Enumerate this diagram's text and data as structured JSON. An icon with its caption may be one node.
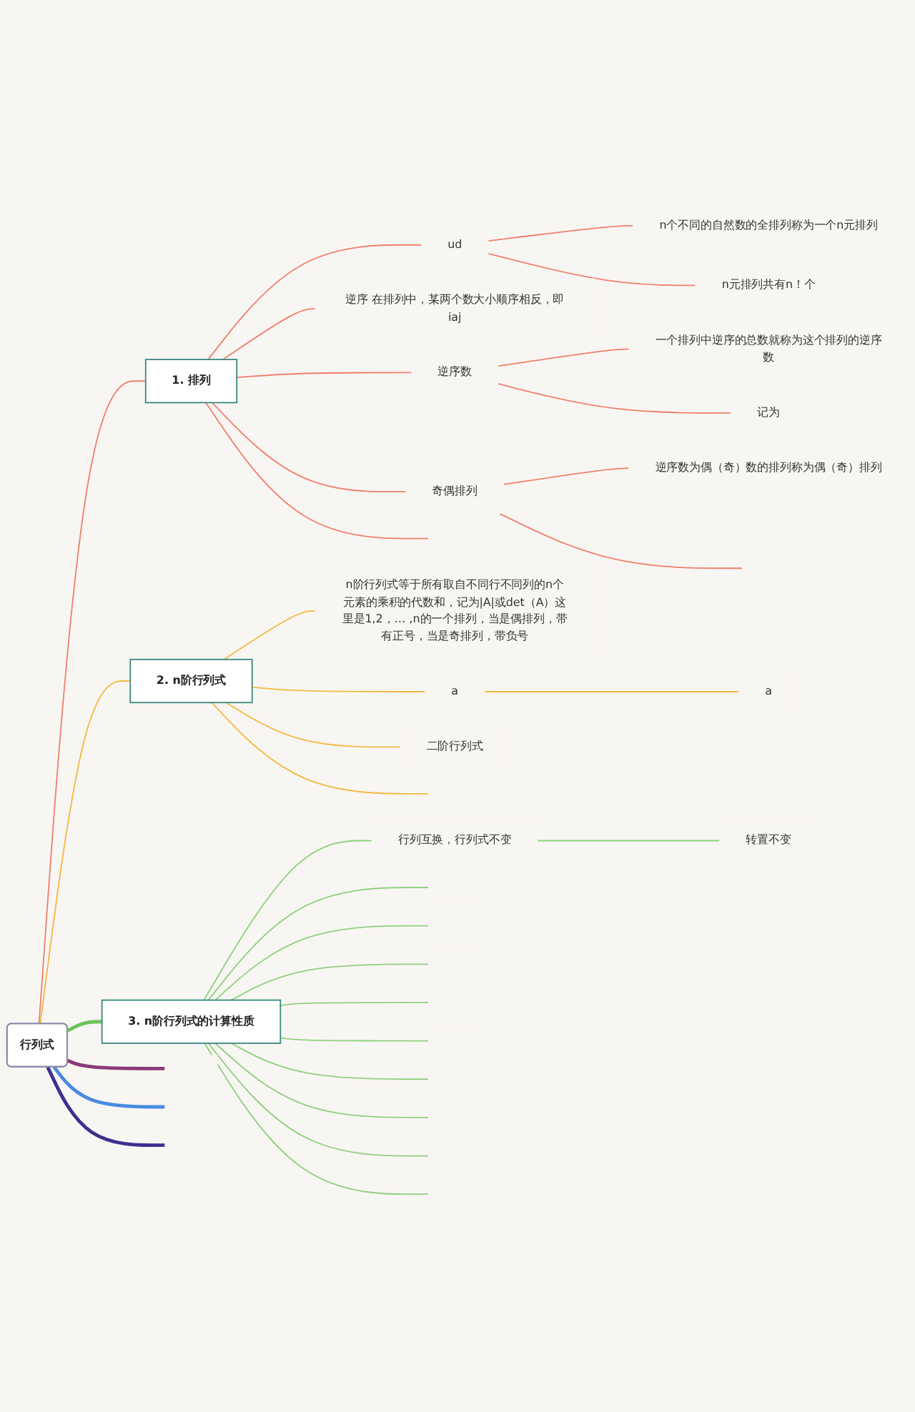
{
  "diagram": {
    "nodes": [
      {
        "text": [
          "行列式"
        ]
      },
      {
        "text": [
          "1. 排列"
        ]
      },
      {
        "text": [
          "ud"
        ]
      },
      {
        "text": [
          "n个不同的自然数的全排列称为一个n元排列"
        ]
      },
      {
        "text": [
          "n元排列共有n！个"
        ]
      },
      {
        "text": [
          "逆序 在排列中，某两个数大小顺序相反，即iaj"
        ]
      },
      {
        "text": [
          "逆序数"
        ]
      },
      {
        "text": [
          "一个排列中逆序的总数就称为这个排列的逆序数"
        ]
      },
      {
        "text": [
          "记为"
        ]
      },
      {
        "text": [
          "奇偶排列"
        ]
      },
      {
        "text": [
          "逆序数为偶（奇）数的排列称为偶（奇）排列"
        ]
      },
      {
        "text": [
          "2. n阶行列式"
        ]
      },
      {
        "text": [
          "n阶行列式等于所有取自不同行不同列的n个元素的乘积的代数和，记为|A|或det（A）这里是1,2，… ,n的一个排列，当是偶排列，带有正号，当是奇排列，带负号"
        ]
      },
      {
        "text": [
          "a"
        ]
      },
      {
        "text": [
          "a"
        ]
      },
      {
        "text": [
          "二阶行列式"
        ]
      },
      {
        "text": [
          "3. n阶行列式的计算性质"
        ]
      },
      {
        "text": [
          "行列互换，行列式不变"
        ]
      },
      {
        "text": [
          "转置不变"
        ]
      }
    ],
    "edges": [
      {
        "from": 0,
        "to": 1,
        "arrow": "none",
        "color": "#f0806e"
      },
      {
        "from": 0,
        "to": 11,
        "arrow": "none",
        "color": "#f5b942"
      },
      {
        "from": 0,
        "to": 16,
        "arrow": "none",
        "style": "thick",
        "color": "#6cc35a"
      },
      {
        "from": 0,
        "to": null,
        "arrow": "none",
        "style": "thick",
        "color": "#8a3a7a"
      },
      {
        "from": 0,
        "to": null,
        "arrow": "none",
        "style": "thick",
        "color": "#4a8ae0"
      },
      {
        "from": 0,
        "to": null,
        "arrow": "none",
        "style": "thick",
        "color": "#3f2f8f"
      },
      {
        "from": 1,
        "to": 2,
        "arrow": "none",
        "color": "#f0806e"
      },
      {
        "from": 1,
        "to": 5,
        "arrow": "none",
        "color": "#f0806e"
      },
      {
        "from": 1,
        "to": 6,
        "arrow": "none",
        "color": "#f0806e"
      },
      {
        "from": 1,
        "to": 9,
        "arrow": "none",
        "color": "#f0806e"
      },
      {
        "from": 1,
        "to": null,
        "arrow": "none",
        "color": "#f0806e"
      },
      {
        "from": 2,
        "to": 3,
        "arrow": "none",
        "color": "#f0806e"
      },
      {
        "from": 2,
        "to": 4,
        "arrow": "none",
        "color": "#f0806e"
      },
      {
        "from": 6,
        "to": 7,
        "arrow": "none",
        "color": "#f0806e"
      },
      {
        "from": 6,
        "to": 8,
        "arrow": "none",
        "color": "#f0806e"
      },
      {
        "from": 9,
        "to": 10,
        "arrow": "none",
        "color": "#f0806e"
      },
      {
        "from": 9,
        "to": null,
        "arrow": "none",
        "color": "#f0806e"
      },
      {
        "from": 11,
        "to": 12,
        "arrow": "none",
        "color": "#f5b942"
      },
      {
        "from": 11,
        "to": 13,
        "arrow": "none",
        "color": "#f5b942"
      },
      {
        "from": 11,
        "to": 15,
        "arrow": "none",
        "color": "#f5b942"
      },
      {
        "from": 11,
        "to": null,
        "arrow": "none",
        "color": "#f5b942"
      },
      {
        "from": 13,
        "to": 14,
        "arrow": "none",
        "color": "#f5b942"
      },
      {
        "from": 16,
        "to": 17,
        "arrow": "none",
        "color": "#8fd07f"
      },
      {
        "from": 16,
        "to": null,
        "arrow": "none",
        "color": "#8fd07f"
      },
      {
        "from": 16,
        "to": null,
        "arrow": "none",
        "color": "#8fd07f"
      },
      {
        "from": 16,
        "to": null,
        "arrow": "none",
        "color": "#8fd07f"
      },
      {
        "from": 16,
        "to": null,
        "arrow": "none",
        "color": "#8fd07f"
      },
      {
        "from": 16,
        "to": null,
        "arrow": "none",
        "color": "#8fd07f"
      },
      {
        "from": 16,
        "to": null,
        "arrow": "none",
        "color": "#8fd07f"
      },
      {
        "from": 16,
        "to": null,
        "arrow": "none",
        "color": "#8fd07f"
      },
      {
        "from": 16,
        "to": null,
        "arrow": "none",
        "color": "#8fd07f"
      },
      {
        "from": 16,
        "to": null,
        "arrow": "none",
        "color": "#8fd07f"
      },
      {
        "from": 17,
        "to": 18,
        "arrow": "none",
        "color": "#8fd07f"
      }
    ]
  }
}
